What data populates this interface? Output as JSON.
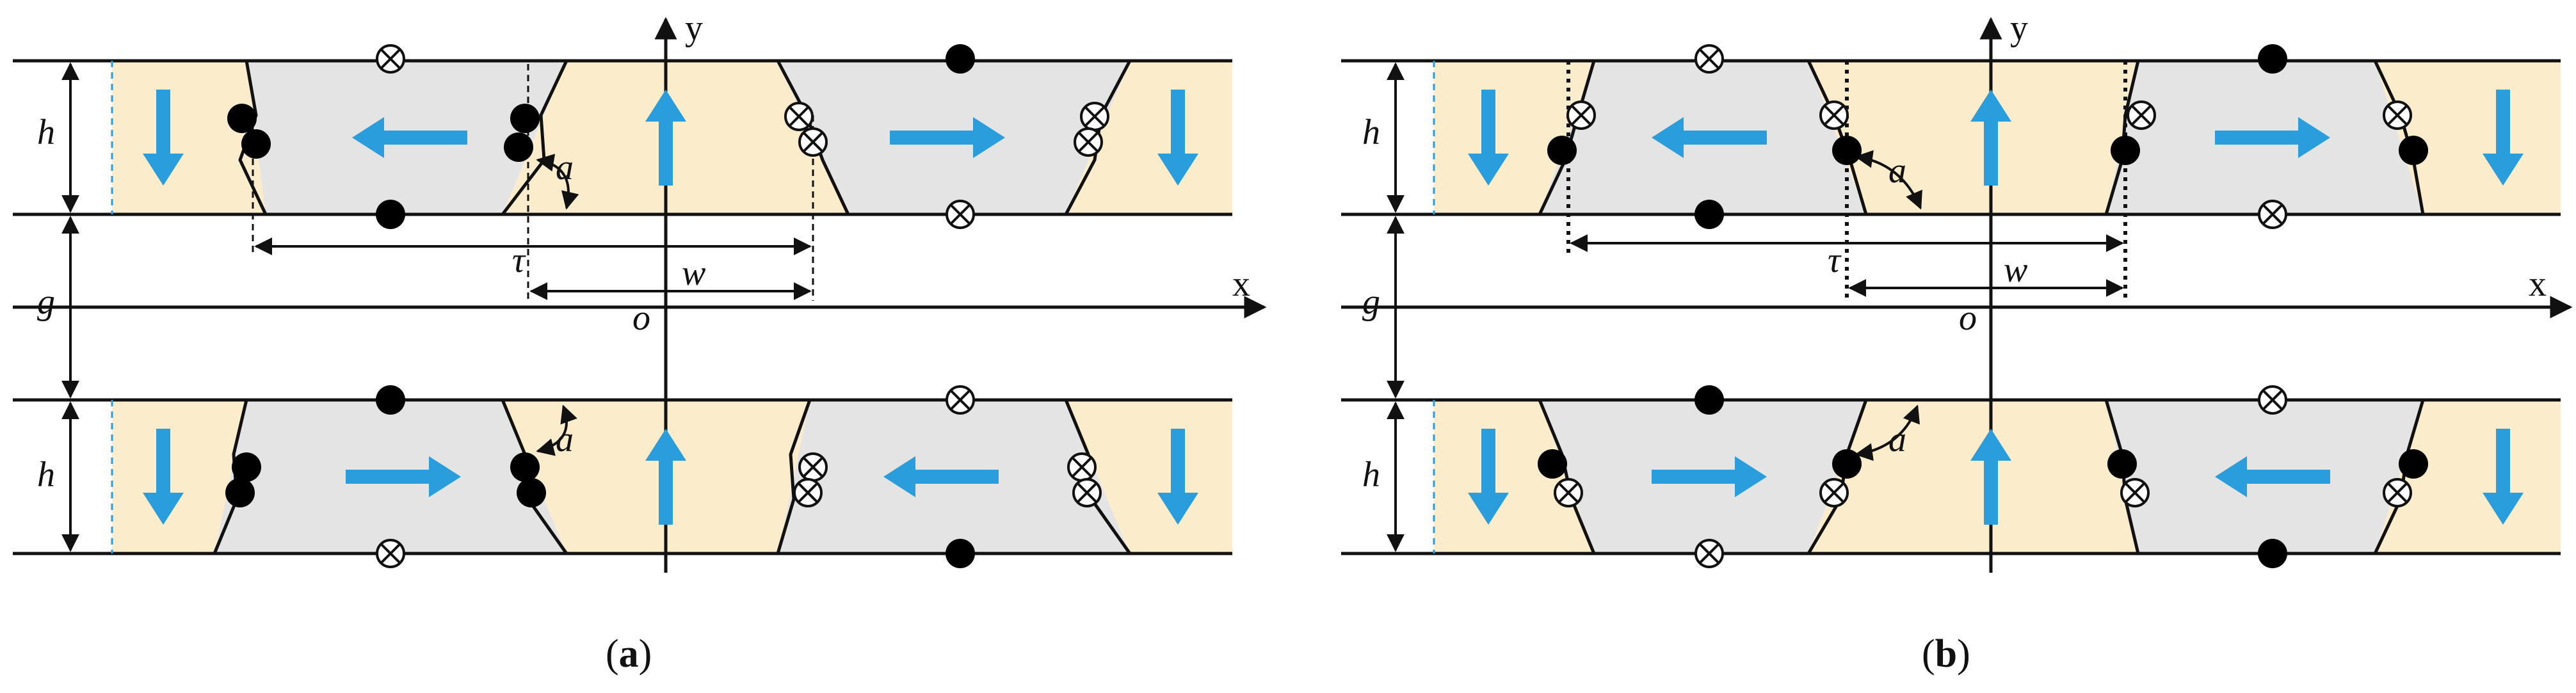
{
  "panels": [
    {
      "id": "a",
      "caption_open": "(",
      "caption_letter": "a",
      "caption_close": ")",
      "labels": {
        "h_top": "h",
        "h_bottom": "h",
        "g": "g",
        "tau": "τ",
        "w": "w",
        "alpha_top": "a",
        "alpha_bottom": "a",
        "origin": "o",
        "x_axis": "x",
        "y_axis": "y"
      },
      "top_band_arrows": [
        "down",
        "left",
        "up",
        "right",
        "down"
      ],
      "bottom_band_arrows": [
        "down",
        "right",
        "up",
        "left",
        "down"
      ]
    },
    {
      "id": "b",
      "caption_open": "(",
      "caption_letter": "b",
      "caption_close": ")",
      "labels": {
        "h_top": "h",
        "h_bottom": "h",
        "g": "g",
        "tau": "τ",
        "w": "w",
        "alpha_top": "a",
        "alpha_bottom": "a",
        "origin": "o",
        "x_axis": "x",
        "y_axis": "y"
      },
      "top_band_arrows": [
        "down",
        "left",
        "up",
        "right",
        "down"
      ],
      "bottom_band_arrows": [
        "down",
        "right",
        "up",
        "left",
        "down"
      ]
    }
  ],
  "colors": {
    "magnet_yellow": "#fbeccb",
    "magnet_gray": "#e4e4e4",
    "arrow_blue": "#2a9ddc",
    "line": "#111111"
  },
  "symbols": {
    "dot": "current-out-of-page",
    "cross": "current-into-page"
  }
}
